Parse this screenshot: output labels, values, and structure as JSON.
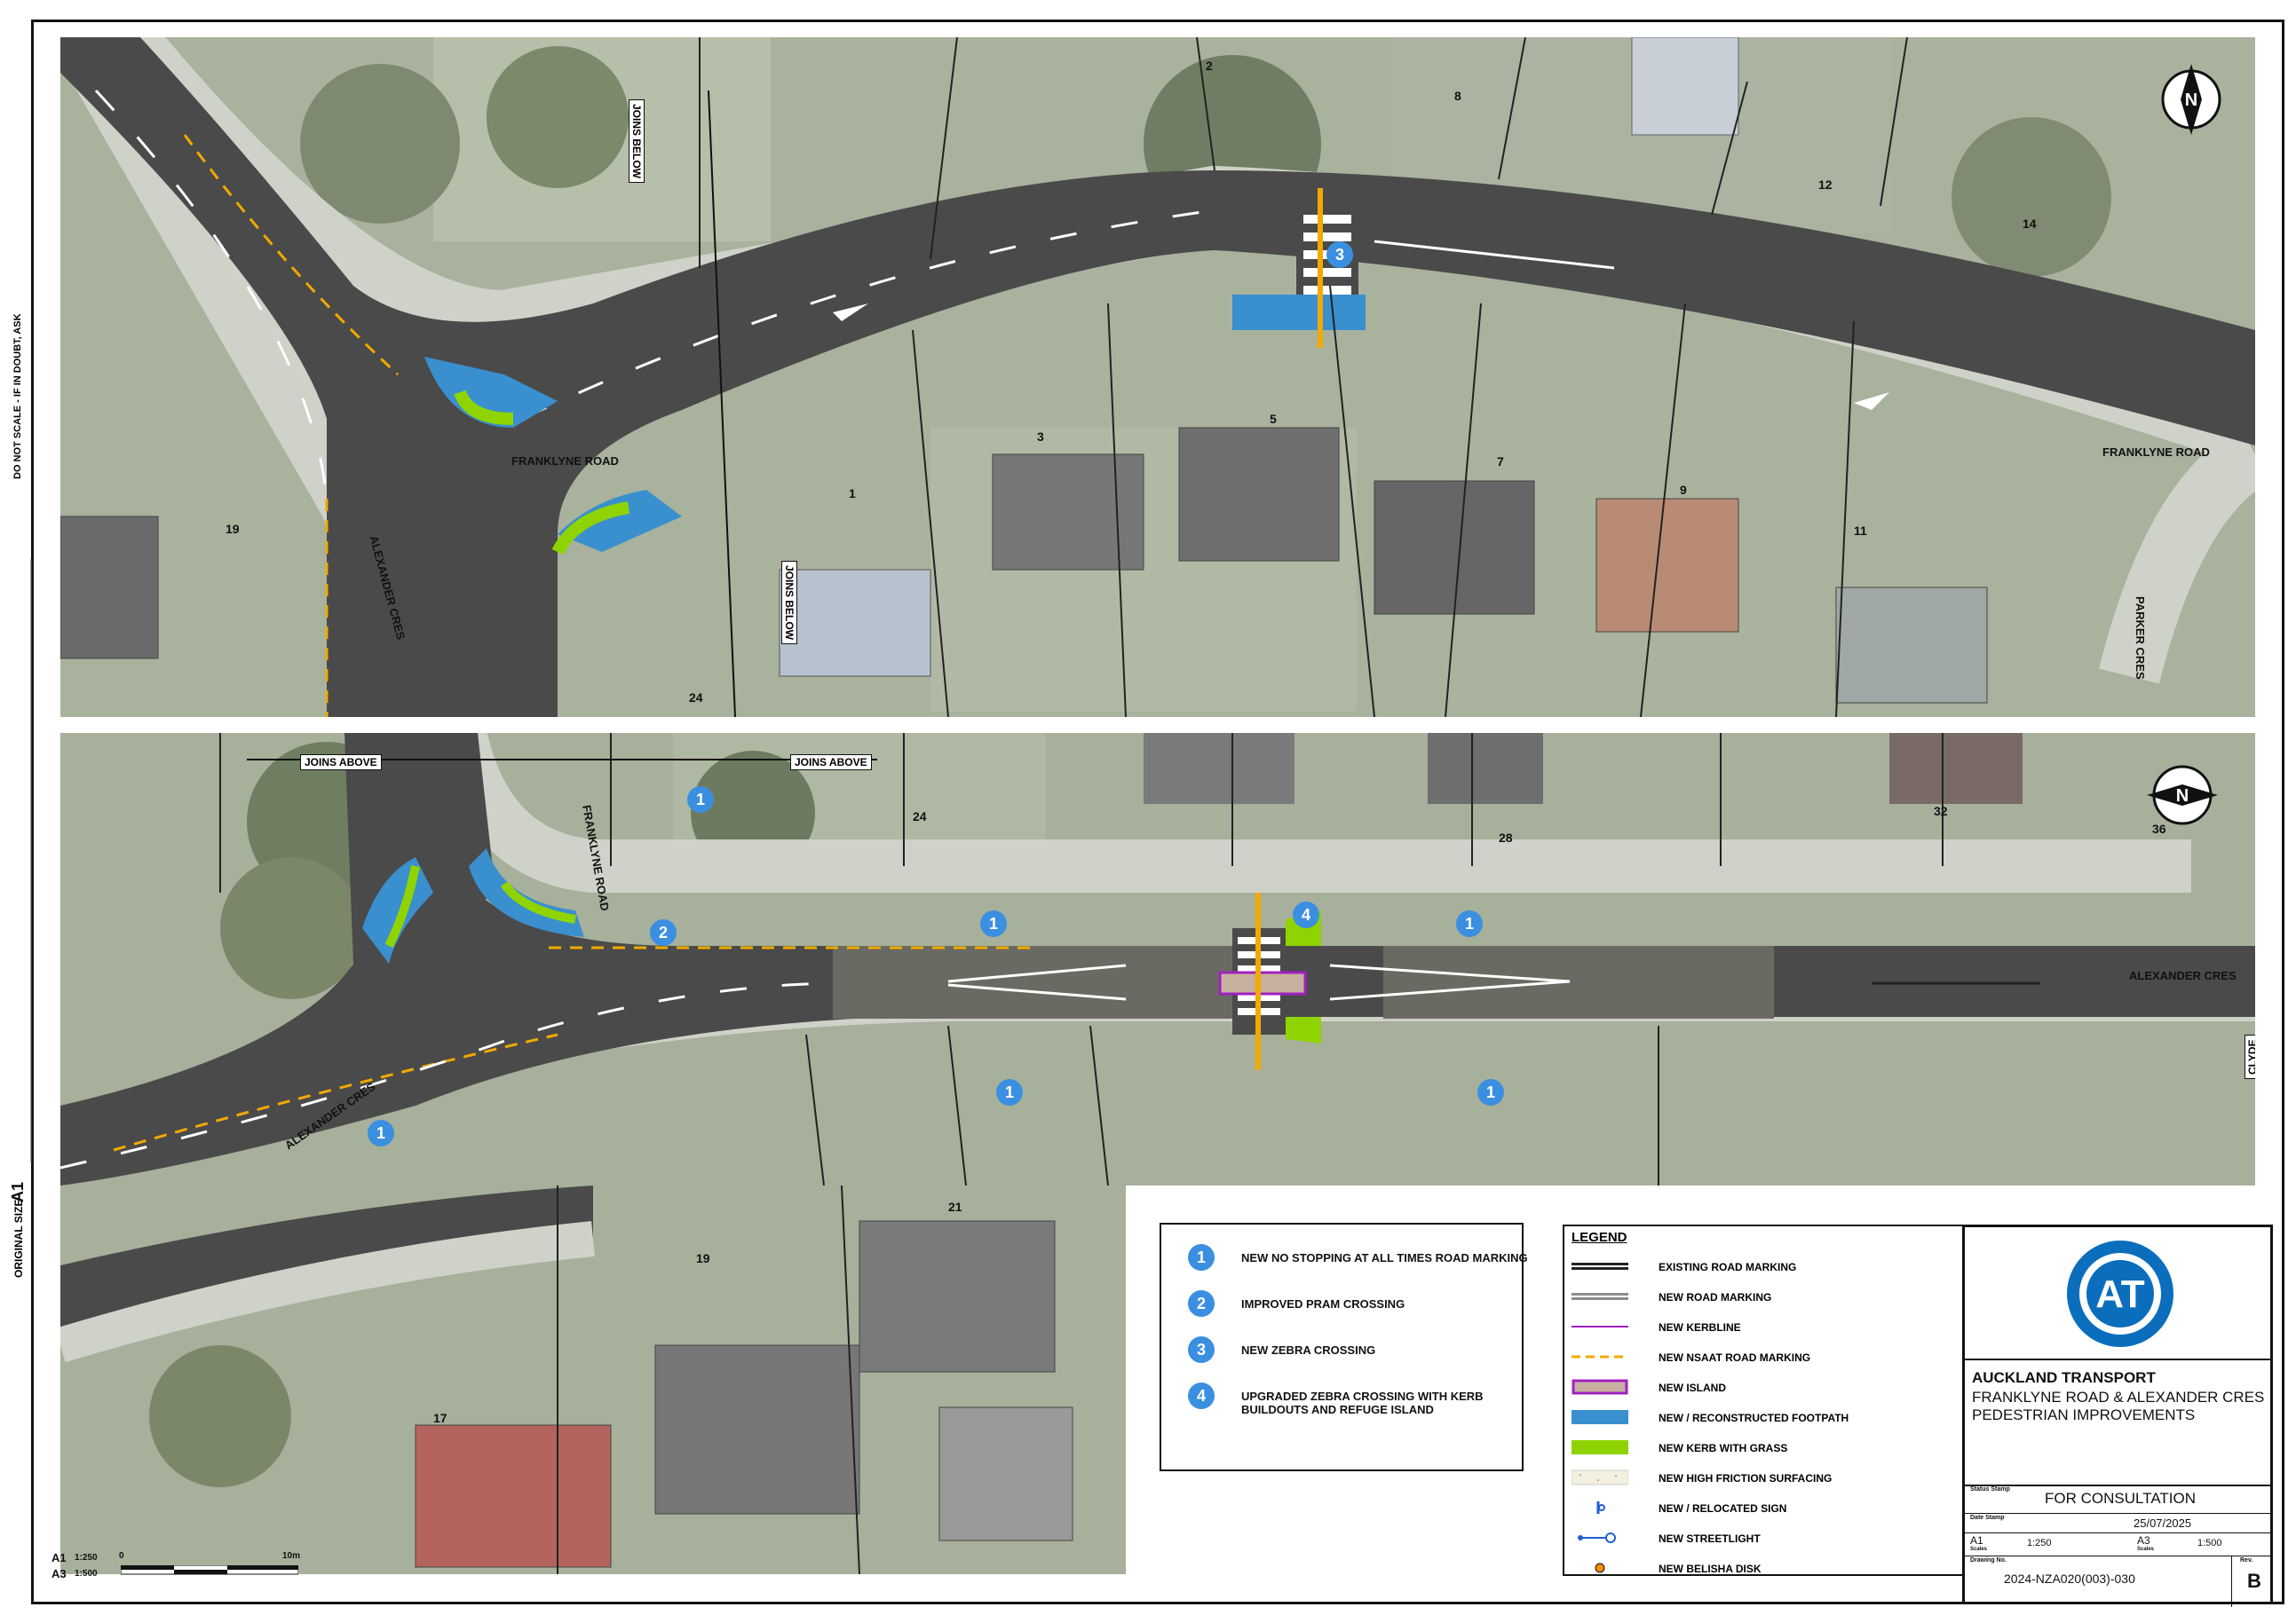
{
  "sheet": {
    "side_note_top": "DO NOT SCALE - IF IN DOUBT, ASK",
    "original_size_label": "ORIGINAL SIZE",
    "original_size_value": "A1"
  },
  "top_panel": {
    "road_labels": {
      "franklyne_1": "FRANKLYNE ROAD",
      "franklyne_2": "FRANKLYNE ROAD",
      "alexander": "ALEXANDER CRES",
      "parker": "PARKER CRES"
    },
    "joins": {
      "below_1": "JOINS BELOW",
      "below_2": "JOINS BELOW"
    },
    "lots": [
      "2",
      "8",
      "12",
      "14",
      "19",
      "1",
      "3",
      "5",
      "7",
      "9",
      "11",
      "24"
    ],
    "marker": "3"
  },
  "bottom_panel": {
    "road_labels": {
      "franklyne": "FRANKLYNE ROAD",
      "alexander_1": "ALEXANDER CRES",
      "alexander_2": "ALEXANDER CRES",
      "clyde": "CLYDE ROAD"
    },
    "joins": {
      "above_1": "JOINS ABOVE",
      "above_2": "JOINS ABOVE"
    },
    "lots": [
      "24",
      "28",
      "32",
      "36",
      "21",
      "19",
      "17"
    ],
    "markers": [
      "1",
      "2",
      "1",
      "4",
      "1",
      "1",
      "1",
      "1",
      "1"
    ]
  },
  "notes": [
    {
      "num": "1",
      "text": "NEW NO STOPPING AT ALL TIMES ROAD MARKING"
    },
    {
      "num": "2",
      "text": "IMPROVED PRAM CROSSING"
    },
    {
      "num": "3",
      "text": "NEW ZEBRA CROSSING"
    },
    {
      "num": "4",
      "text": "UPGRADED ZEBRA CROSSING WITH KERB BUILDOUTS AND REFUGE ISLAND"
    }
  ],
  "legend": {
    "title": "LEGEND",
    "items": [
      {
        "label": "EXISTING ROAD MARKING",
        "color": "#222222",
        "kind": "line"
      },
      {
        "label": "NEW ROAD MARKING",
        "color": "#8c8c8c",
        "kind": "line"
      },
      {
        "label": "NEW KERBLINE",
        "color": "#a020c0",
        "kind": "thin"
      },
      {
        "label": "NEW NSAAT ROAD MARKING",
        "color": "#f2a900",
        "kind": "dash"
      },
      {
        "label": "NEW ISLAND",
        "color": "#c8b0a0",
        "kind": "island"
      },
      {
        "label": "NEW / RECONSTRUCTED FOOTPATH",
        "color": "#3a8fce",
        "kind": "fill"
      },
      {
        "label": "NEW KERB WITH GRASS",
        "color": "#8fd400",
        "kind": "fill"
      },
      {
        "label": "NEW HIGH FRICTION SURFACING",
        "color": "#f4f0e0",
        "kind": "speck"
      },
      {
        "label": "NEW / RELOCATED SIGN",
        "color": "#2060d0",
        "kind": "sign"
      },
      {
        "label": "NEW STREETLIGHT",
        "color": "#2060d0",
        "kind": "light"
      },
      {
        "label": "NEW BELISHA DISK",
        "color": "#f28c00",
        "kind": "disk"
      }
    ]
  },
  "title_block": {
    "org": "AUCKLAND TRANSPORT",
    "project_line1": "FRANKLYNE ROAD & ALEXANDER CRES",
    "project_line2": "PEDESTRIAN IMPROVEMENTS",
    "status_label": "Status Stamp",
    "status": "FOR CONSULTATION",
    "date_label": "Date Stamp",
    "date": "25/07/2025",
    "scale_a1": "A1",
    "scale_a1_label": "Scales",
    "scale_a1_value": "1:250",
    "scale_a3": "A3",
    "scale_a3_label": "Scales",
    "scale_a3_value": "1:500",
    "drawing_label": "Drawing No.",
    "drawing_no": "2024-NZA020(003)-030",
    "rev_label": "Rev.",
    "rev": "B",
    "brand_colors": {
      "blue": "#0a6ebd"
    }
  },
  "scale_bar": {
    "a1": "A1",
    "a1_val": "1:250",
    "a3": "A3",
    "a3_val": "1:500",
    "zero": "0",
    "ten": "10m"
  }
}
